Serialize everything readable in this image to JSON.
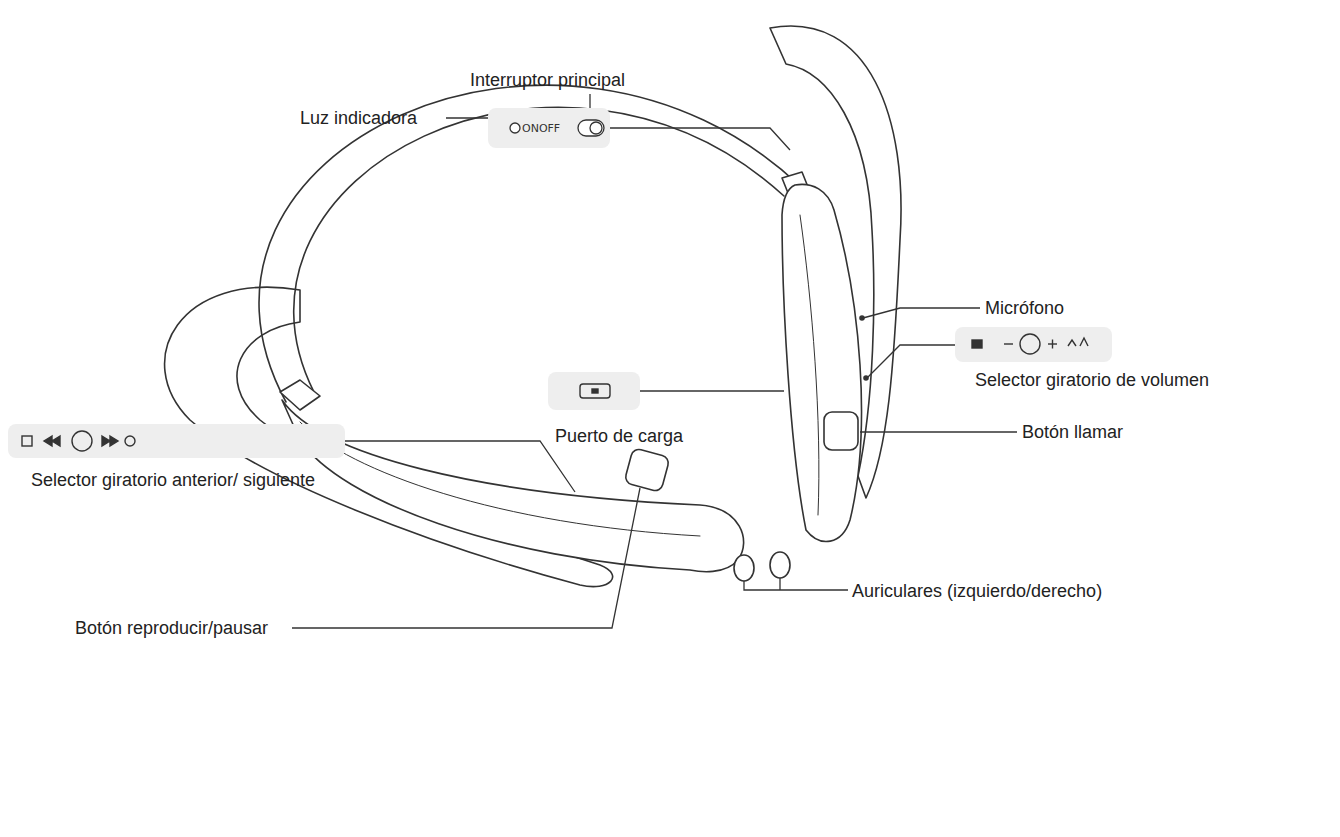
{
  "diagram": {
    "nodes": [
      {
        "text": [
          "ONOFF"
        ]
      }
    ],
    "labels": [
      "Interruptor principal",
      "Luz indicadora",
      "Micrófono",
      "Puerto de carga",
      "Selector giratorio de volumen",
      "Botón llamar",
      "Selector giratorio anterior/ siguiente",
      "Auriculares (izquierdo/derecho)",
      "Botón reproducir/pausar"
    ]
  }
}
